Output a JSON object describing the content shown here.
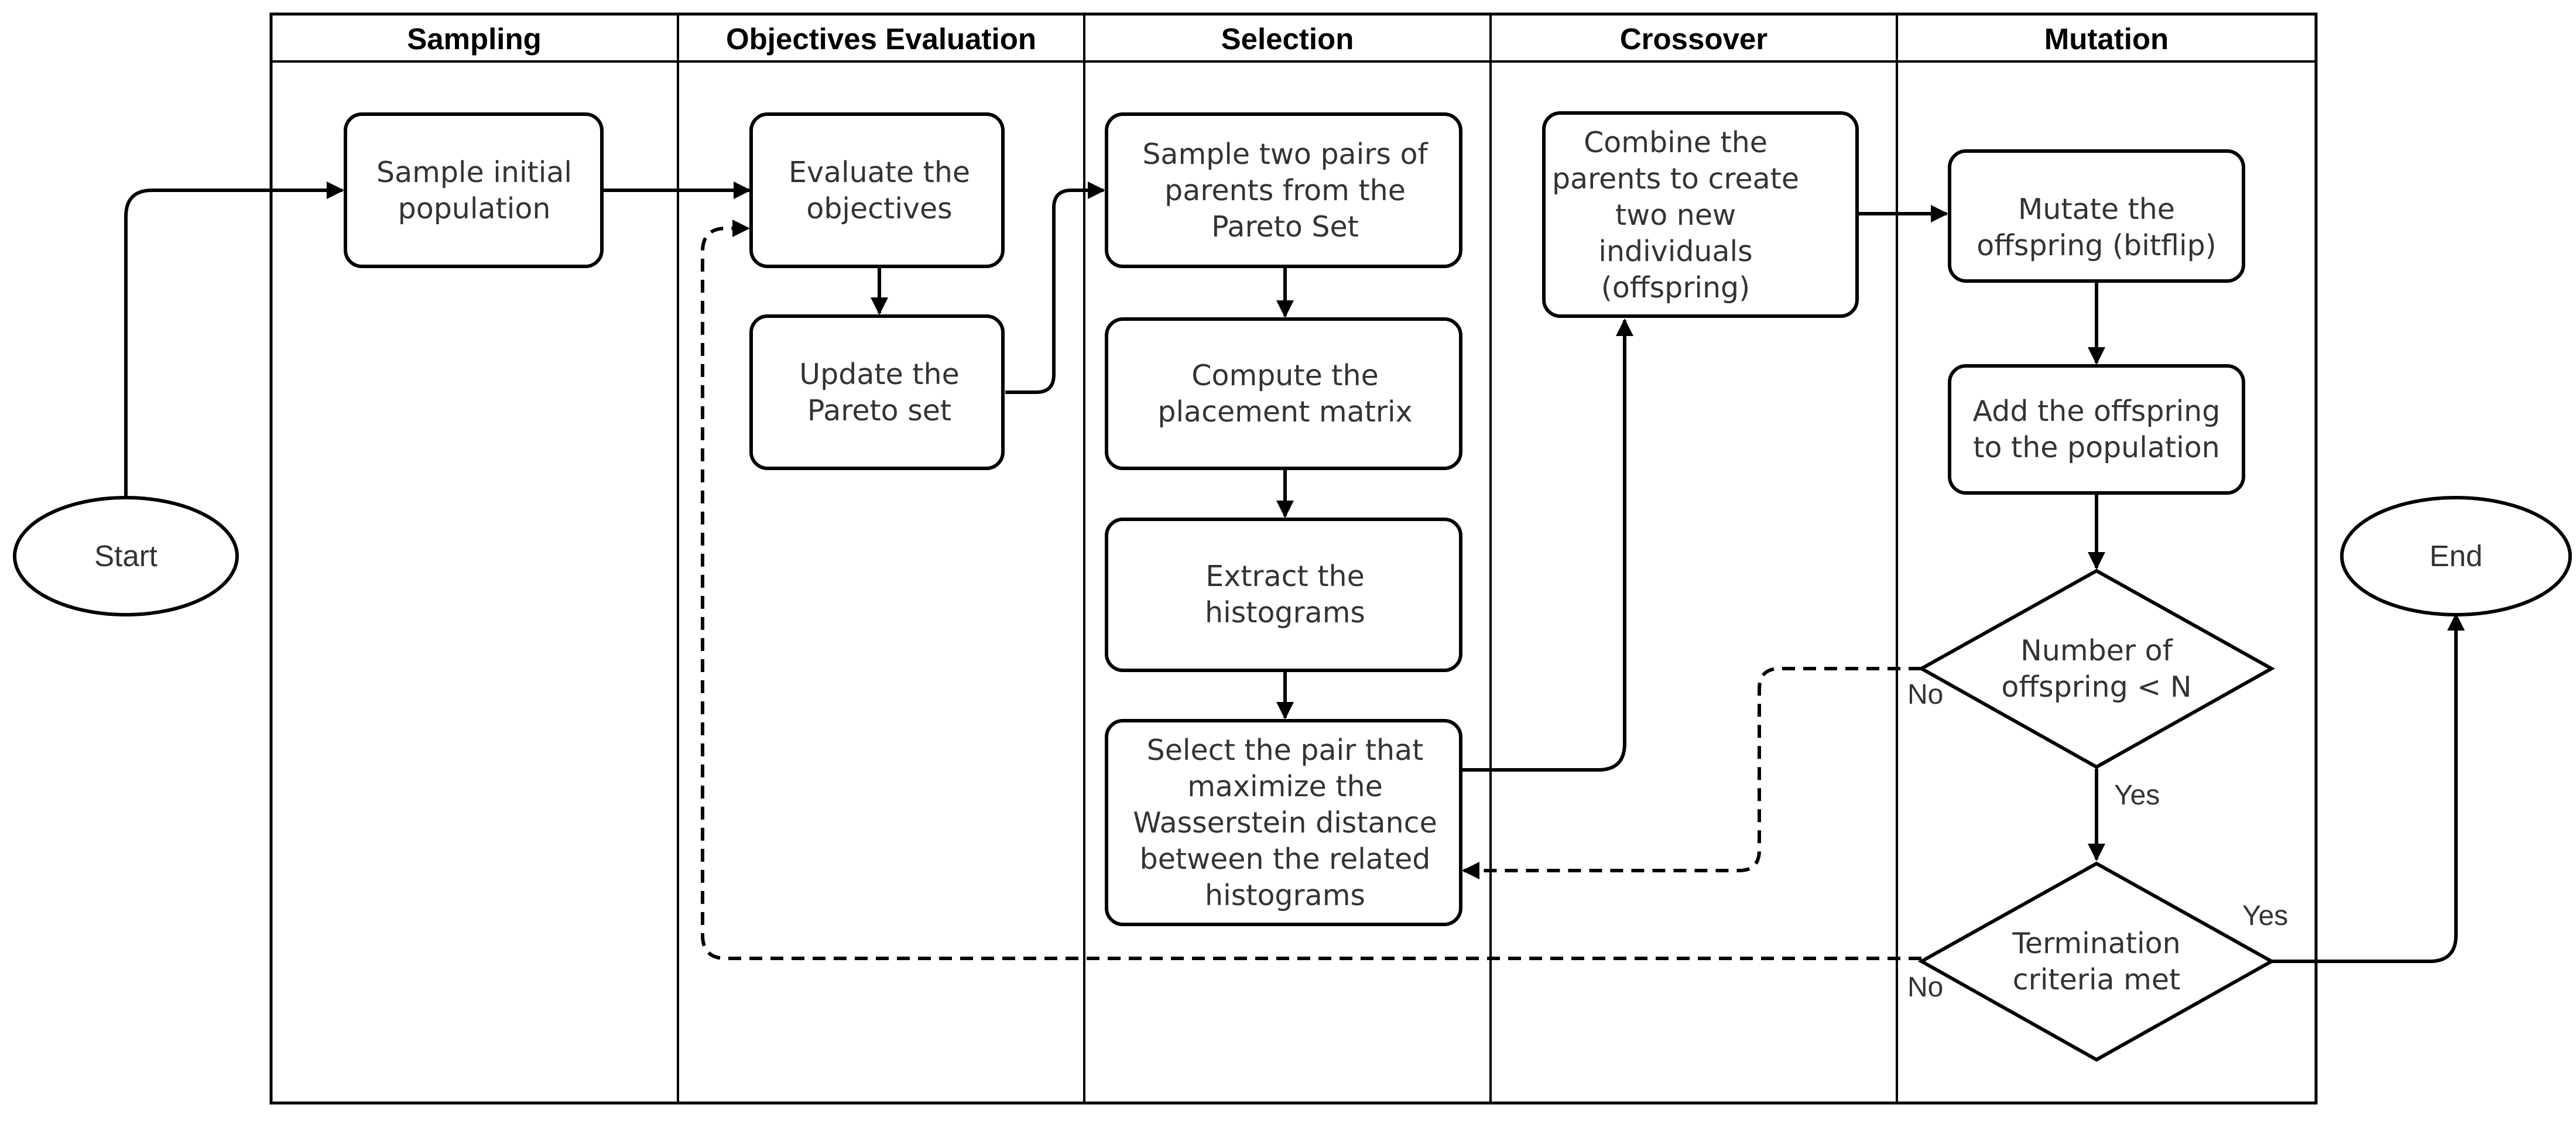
{
  "lanes": [
    {
      "id": "sampling",
      "title": "Sampling"
    },
    {
      "id": "objectives",
      "title": "Objectives Evaluation"
    },
    {
      "id": "selection",
      "title": "Selection"
    },
    {
      "id": "crossover",
      "title": "Crossover"
    },
    {
      "id": "mutation",
      "title": "Mutation"
    }
  ],
  "terminals": {
    "start": "Start",
    "end": "End"
  },
  "nodes": {
    "sample_initial": [
      "Sample initial",
      "population"
    ],
    "evaluate": [
      "Evaluate the",
      "objectives"
    ],
    "update_pareto": [
      "Update the",
      "Pareto set"
    ],
    "sample_parents": [
      "Sample two pairs of",
      "parents from the",
      "Pareto Set"
    ],
    "compute_matrix": [
      "Compute the",
      "placement matrix"
    ],
    "extract_hist": [
      "Extract the",
      "histograms"
    ],
    "select_pair": [
      "Select the pair that",
      "maximize the",
      "Wasserstein distance",
      "between the related",
      "histograms"
    ],
    "combine": [
      "Combine the",
      "parents to create",
      "two new",
      "individuals",
      "(offspring)"
    ],
    "mutate": [
      "Mutate the",
      "offspring (bitflip)"
    ],
    "add_offspring": [
      "Add the offspring",
      "to the population"
    ],
    "decision_count": [
      "Number of",
      "offspring < N"
    ],
    "decision_term": [
      "Termination",
      "criteria met"
    ]
  },
  "edge_labels": {
    "count_no": "No",
    "count_yes": "Yes",
    "term_no": "No",
    "term_yes": "Yes"
  },
  "colors": {
    "stroke": "#000000",
    "node_fill": "#ffffff",
    "text": "#333333"
  }
}
